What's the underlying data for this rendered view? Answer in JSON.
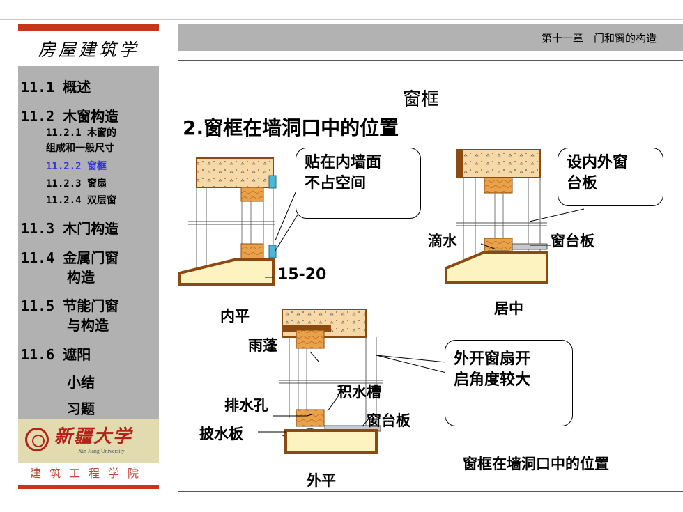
{
  "sidebar": {
    "course_title": "房屋建筑学",
    "items": [
      {
        "label": "11.1 概述",
        "level": 1,
        "active": false
      },
      {
        "label": "11.2 木窗构造",
        "level": 1,
        "active": false
      },
      {
        "label": "11.2.1 木窗的",
        "level": 2,
        "active": false
      },
      {
        "label": "组成和一般尺寸",
        "level": 2,
        "active": false
      },
      {
        "label": "11.2.2 窗框",
        "level": 2,
        "active": true
      },
      {
        "label": "11.2.3 窗扇",
        "level": 2,
        "active": false
      },
      {
        "label": "11.2.4 双层窗",
        "level": 2,
        "active": false
      },
      {
        "label": "11.3 木门构造",
        "level": 1,
        "active": false
      },
      {
        "label": "11.4 金属门窗",
        "level": 1,
        "active": false
      },
      {
        "label": "构造",
        "level": 1,
        "active": false
      },
      {
        "label": "11.5 节能门窗",
        "level": 1,
        "active": false
      },
      {
        "label": "与构造",
        "level": 1,
        "active": false
      },
      {
        "label": "11.6 遮阳",
        "level": 1,
        "active": false
      },
      {
        "label": "小结",
        "level": 1,
        "active": false
      },
      {
        "label": "习题",
        "level": 1,
        "active": false
      }
    ],
    "university_cn": "新疆大学",
    "university_en": "Xin Jiang University",
    "college": "建筑工程学院"
  },
  "header": {
    "chapter": "第十一章　门和窗的构造"
  },
  "main": {
    "title": "窗框",
    "subtitle": "2.窗框在墙洞口中的位置",
    "callout_inner": "贴在内墙面\n不占空间",
    "callout_center": "设内外窗\n台板",
    "callout_outer": "外开窗扇开\n启角度较大",
    "labels": {
      "dimension": "15-20",
      "inner_flush": "内平",
      "drip": "滴水",
      "sill_board_1": "窗台板",
      "center": "居中",
      "canopy": "雨蓬",
      "drain_groove": "积水槽",
      "drain_hole": "排水孔",
      "sill_board_2": "窗台板",
      "flashing": "披水板",
      "outer_flush": "外平",
      "caption": "窗框在墙洞口中的位置"
    }
  },
  "colors": {
    "accent_red": "#c8351a",
    "sidebar_gray": "#b1b1b1",
    "header_gray": "#b2b2b2",
    "active_blue": "#3333dd",
    "wood": "#e9a24a",
    "concrete": "#f6d9a6",
    "sill": "#fdf3c0"
  }
}
